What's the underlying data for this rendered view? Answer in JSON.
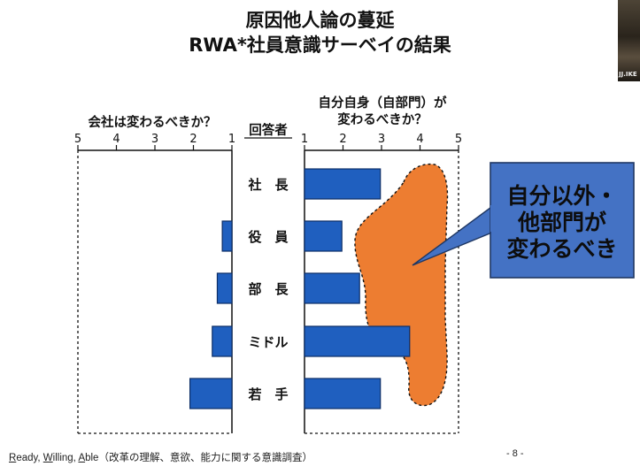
{
  "title": {
    "line1": "原因他人論の蔓延",
    "line2": "RWA*社員意識サーベイの結果"
  },
  "thumbnail": {
    "label": "JJ.IKE"
  },
  "chart_data": {
    "type": "bar",
    "categories": [
      "社　長",
      "役　員",
      "部　長",
      "ミドル",
      "若　手"
    ],
    "category_header": "回答者",
    "series": [
      {
        "name": "会社は変わるべきか？",
        "values": [
          1.0,
          1.25,
          1.38,
          1.51,
          2.09
        ],
        "axis_ticks": [
          5,
          4,
          3,
          2,
          1
        ],
        "xlim": [
          5,
          1
        ]
      },
      {
        "name": "自分自身（自部門）が変わるべきか？",
        "values": [
          2.97,
          1.97,
          2.43,
          3.73,
          2.97
        ],
        "axis_ticks": [
          1,
          2,
          3,
          4,
          5
        ],
        "xlim": [
          1,
          5
        ]
      }
    ],
    "right_header_lines": [
      "自分自身（自部門）が",
      "変わるべきか？"
    ],
    "bar_color": "#1f5fbf",
    "highlight_color": "#ed7d31",
    "callout": {
      "lines": [
        "自分以外・",
        "他部門が",
        "変わるべき"
      ],
      "fill": "#4472c4",
      "text_color": "#0d0d0d"
    }
  },
  "footer": {
    "parts": [
      {
        "text": "R",
        "u": true
      },
      {
        "text": "eady, ",
        "u": false
      },
      {
        "text": "W",
        "u": true
      },
      {
        "text": "illing, ",
        "u": false
      },
      {
        "text": "A",
        "u": true
      },
      {
        "text": "ble（改革の理解、意欲、能力に関する意識調査）",
        "u": false
      }
    ]
  },
  "page_number": "- 8 -"
}
